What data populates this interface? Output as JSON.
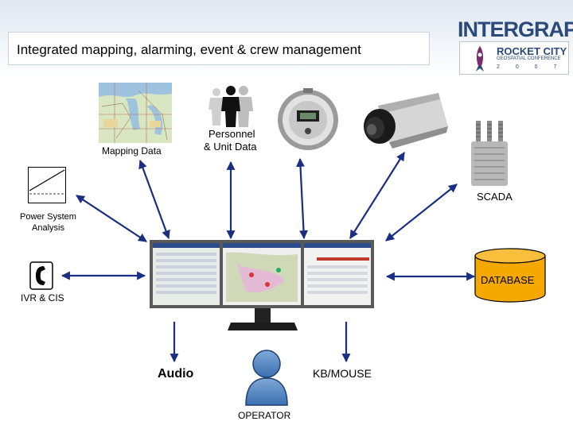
{
  "header": {
    "title": "Integrated mapping, alarming, event & crew management",
    "logo": "INTERGRAPH",
    "rocket_city": "ROCKET CITY",
    "conference": "GEOSPATIAL CONFERENCE",
    "year": "2 0 0 7"
  },
  "nodes": {
    "mapping": "Mapping Data",
    "personnel_1": "Personnel",
    "personnel_2": "& Unit Data",
    "power_1": "Power System",
    "power_2": "Analysis",
    "scada": "SCADA",
    "ivr": "IVR & CIS",
    "database": "DATABASE",
    "audio": "Audio",
    "kbmouse": "KB/MOUSE",
    "operator": "OPERATOR"
  },
  "icons": [
    "map-icon",
    "personnel-icon",
    "meter-icon",
    "camera-icon",
    "transformer-icon",
    "chart-icon",
    "telephone-icon",
    "database-icon",
    "monitors-icon",
    "operator-icon",
    "rocket-icon"
  ],
  "colors": {
    "arrow": "#1b2f82",
    "database": "#f5a800",
    "logo": "#2a4a7c"
  }
}
